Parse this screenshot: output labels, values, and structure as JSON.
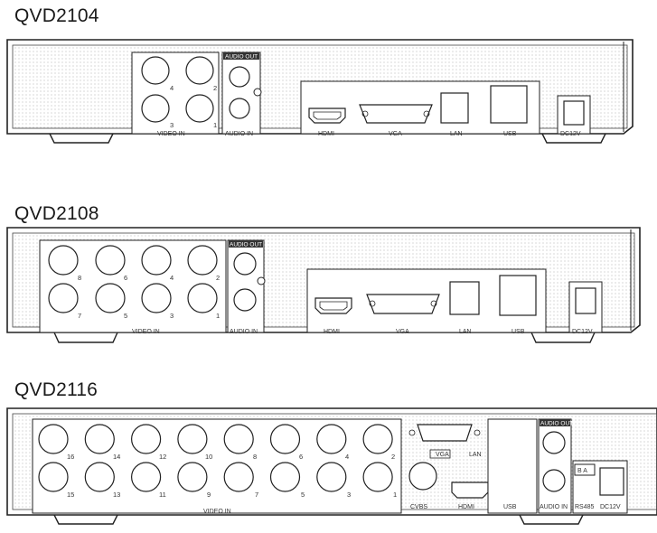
{
  "models": [
    {
      "title": "QVD2104",
      "video_in_label": "VIDEO IN",
      "video_numbers": [
        "4",
        "2",
        "3",
        "1"
      ],
      "audio_out_label": "AUDIO OUT",
      "audio_in_label": "AUDIO IN",
      "hdmi_label": "HDMI",
      "vga_label": "VGA",
      "lan_label": "LAN",
      "usb_label": "USB",
      "dc_label": "DC12V"
    },
    {
      "title": "QVD2108",
      "video_in_label": "VIDEO IN",
      "video_numbers": [
        "8",
        "6",
        "4",
        "2",
        "7",
        "5",
        "3",
        "1"
      ],
      "audio_out_label": "AUDIO OUT",
      "audio_in_label": "AUDIO IN",
      "hdmi_label": "HDMI",
      "vga_label": "VGA",
      "lan_label": "LAN",
      "usb_label": "USB",
      "dc_label": "DC12V"
    },
    {
      "title": "QVD2116",
      "video_in_label": "VIDEO IN",
      "video_numbers": [
        "16",
        "14",
        "12",
        "10",
        "8",
        "6",
        "4",
        "2",
        "15",
        "13",
        "11",
        "9",
        "7",
        "5",
        "3",
        "1"
      ],
      "vga_label": "VGA",
      "lan_label": "LAN",
      "cvbs_label": "CVBS",
      "hdmi_label": "HDMI",
      "usb_label": "USB",
      "audio_out_label": "AUDIO OUT",
      "audio_in_label": "AUDIO IN",
      "rs485_label": "RS485",
      "rs485_terminals": "B  A",
      "dc_label": "DC12V"
    }
  ]
}
